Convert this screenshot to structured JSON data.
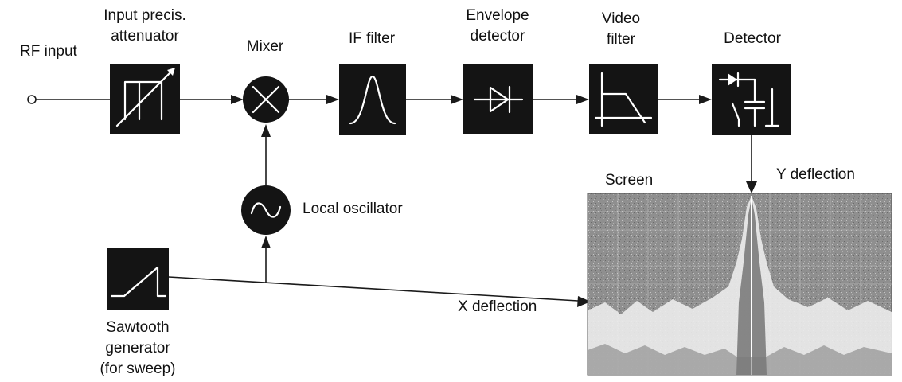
{
  "labels": {
    "rf_input": "RF input",
    "attenuator_line1": "Input precis.",
    "attenuator_line2": "attenuator",
    "mixer": "Mixer",
    "if_filter": "IF filter",
    "envelope_line1": "Envelope",
    "envelope_line2": "detector",
    "video_line1": "Video",
    "video_line2": "filter",
    "detector": "Detector",
    "local_oscillator": "Local oscillator",
    "sawtooth_line1": "Sawtooth",
    "sawtooth_line2": "generator",
    "sawtooth_line3": "(for sweep)",
    "x_deflection": "X deflection",
    "y_deflection": "Y deflection",
    "screen": "Screen"
  },
  "colors": {
    "block_fill": "#141414",
    "line": "#1a1a1a",
    "screen_bg": "#8f8f8f",
    "trace": "#f2f2f2"
  }
}
